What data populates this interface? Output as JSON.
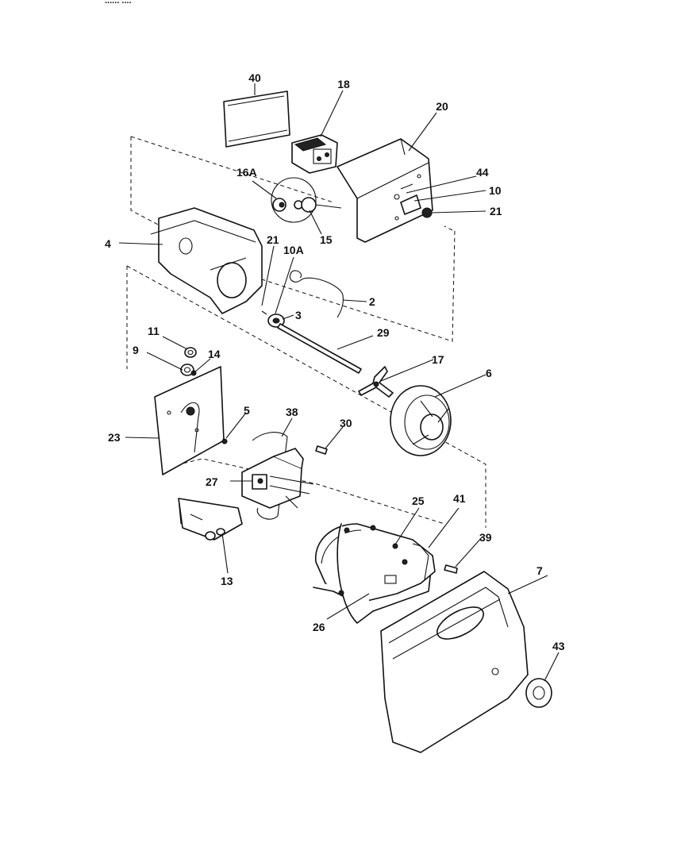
{
  "header": {
    "fragment_text": "...... ...."
  },
  "callouts": {
    "p40": "40",
    "p18": "18",
    "p20": "20",
    "p44": "44",
    "p10": "10",
    "p21a": "21",
    "p16A": "16A",
    "p15": "15",
    "p4": "4",
    "p21b": "21",
    "p10A": "10A",
    "p2": "2",
    "p3": "3",
    "p29": "29",
    "p11": "11",
    "p9": "9",
    "p14": "14",
    "p17": "17",
    "p6": "6",
    "p5": "5",
    "p38": "38",
    "p30": "30",
    "p23": "23",
    "p27": "27",
    "p25": "25",
    "p41": "41",
    "p39": "39",
    "p13": "13",
    "p7": "7",
    "p26": "26",
    "p43": "43"
  }
}
